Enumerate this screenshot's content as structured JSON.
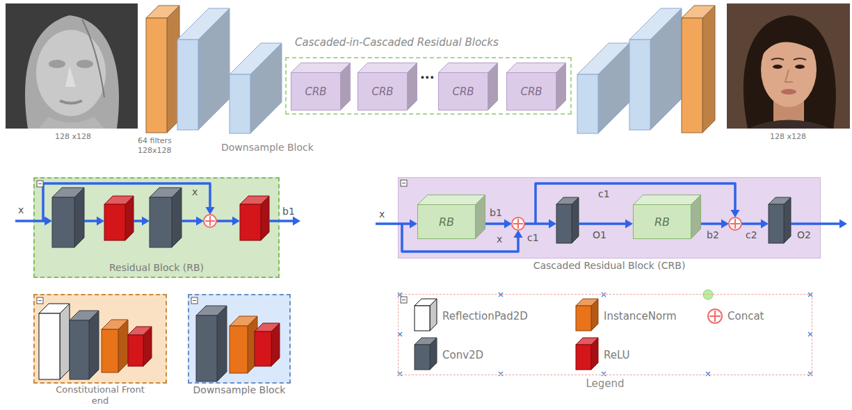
{
  "diagram": {
    "nodes": [
      {
        "text": [
          "Cascaded-in-Cascaded Residual Blocks"
        ]
      },
      {
        "text": [
          "CRB"
        ],
        "in": 0
      },
      {
        "text": [
          "CRB"
        ],
        "in": 0
      },
      {
        "text": [
          "CRB"
        ],
        "in": 0
      },
      {
        "text": [
          "CRB"
        ],
        "in": 0
      },
      {
        "text": [
          "Residual Block (RB)"
        ]
      },
      {
        "text": [
          "Cascaded Residual Block (CRB)"
        ]
      },
      {
        "text": [
          "RB"
        ],
        "in": 6
      },
      {
        "text": [
          "RB"
        ],
        "in": 6
      },
      {
        "text": [
          "Constitutional Front end"
        ]
      },
      {
        "text": [
          "Downsample Block"
        ]
      }
    ],
    "labels": [
      "128 x128",
      "64 filters 128x128",
      "Downsample Block",
      "...",
      "128 x128",
      "x",
      "x",
      "b1",
      "x",
      "b1",
      "x",
      "c1",
      "c1",
      "O1",
      "b2",
      "c2",
      "O2",
      "Legend"
    ],
    "legend": [
      {
        "text": "ReflectionPad2D",
        "color": "#ffffff"
      },
      {
        "text": "InstanceNorm",
        "color": "#e8731a"
      },
      {
        "text": "Concat"
      },
      {
        "text": "Conv2D",
        "color": "#56616f"
      },
      {
        "text": "ReLU",
        "color": "#d4151a"
      }
    ]
  }
}
